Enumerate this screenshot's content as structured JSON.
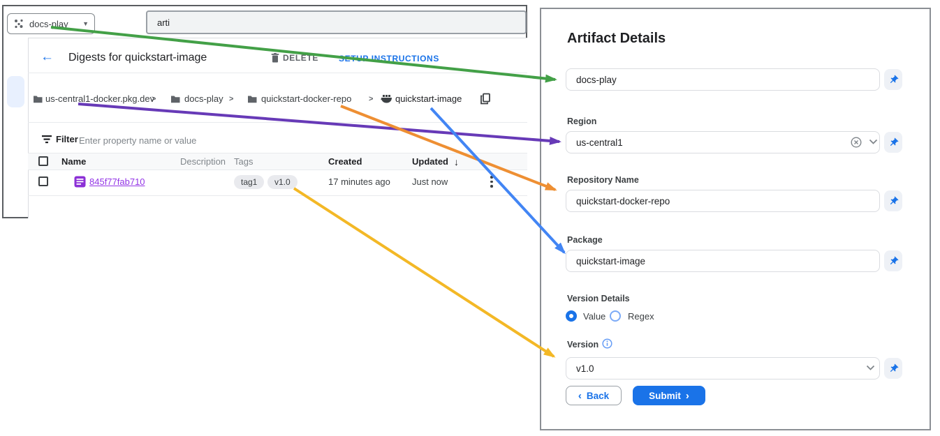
{
  "console": {
    "project_selector": {
      "label": "docs-play"
    },
    "search": {
      "value": "arti"
    },
    "header": {
      "title": "Digests for quickstart-image",
      "delete_label": "DELETE",
      "setup_label": "SETUP INSTRUCTIONS"
    },
    "breadcrumb": {
      "items": [
        {
          "label": "us-central1-docker.pkg.dev",
          "icon": "folder"
        },
        {
          "label": "docs-play",
          "icon": "folder"
        },
        {
          "label": "quickstart-docker-repo",
          "icon": "folder"
        },
        {
          "label": "quickstart-image",
          "icon": "container-image"
        }
      ]
    },
    "filter": {
      "label": "Filter",
      "placeholder": "Enter property name or value"
    },
    "table": {
      "headers": [
        "Name",
        "Description",
        "Tags",
        "Created",
        "Updated"
      ],
      "sorted_by": "Updated",
      "sort_direction": "desc",
      "row": {
        "name": "845f77fab710",
        "description": "",
        "tags": [
          "tag1",
          "v1.0"
        ],
        "created": "17 minutes ago",
        "updated": "Just now"
      }
    }
  },
  "form": {
    "title": "Artifact Details",
    "project": {
      "value": "docs-play",
      "pinned": true
    },
    "region": {
      "label": "Region",
      "value": "us-central1",
      "clearable": true,
      "pinned": true
    },
    "repository": {
      "label": "Repository Name",
      "value": "quickstart-docker-repo",
      "pinned": true
    },
    "package": {
      "label": "Package",
      "value": "quickstart-image",
      "pinned": true
    },
    "version_details": {
      "label": "Version Details",
      "options": [
        {
          "label": "Value",
          "selected": true
        },
        {
          "label": "Regex",
          "selected": false
        }
      ]
    },
    "version": {
      "label": "Version",
      "value": "v1.0",
      "pinned": true
    },
    "back_label": "Back",
    "submit_label": "Submit"
  },
  "icons": {
    "breadcrumb_separator": ">",
    "back_arrow": "←",
    "sort_desc_arrow": "↓",
    "dropdown_caret": "▼",
    "back_chevron": "‹",
    "submit_chevron": "›"
  },
  "arrows": [
    {
      "id": "green",
      "color": "#43a047",
      "from": "project-selector",
      "to": "project-field"
    },
    {
      "id": "purple",
      "color": "#673ab7",
      "from": "breadcrumb-region-host",
      "to": "region-field"
    },
    {
      "id": "orange",
      "color": "#ee8f33",
      "from": "breadcrumb-repository",
      "to": "repository-field"
    },
    {
      "id": "blue",
      "color": "#4285f4",
      "from": "breadcrumb-package",
      "to": "package-field"
    },
    {
      "id": "yellow",
      "color": "#f3b826",
      "from": "tag-chip-v1.0",
      "to": "version-field"
    }
  ],
  "colors": {
    "accent_blue": "#1a73e8",
    "link_purple": "#9334e6",
    "text_dark": "#202124",
    "text_gray": "#5f6368"
  }
}
